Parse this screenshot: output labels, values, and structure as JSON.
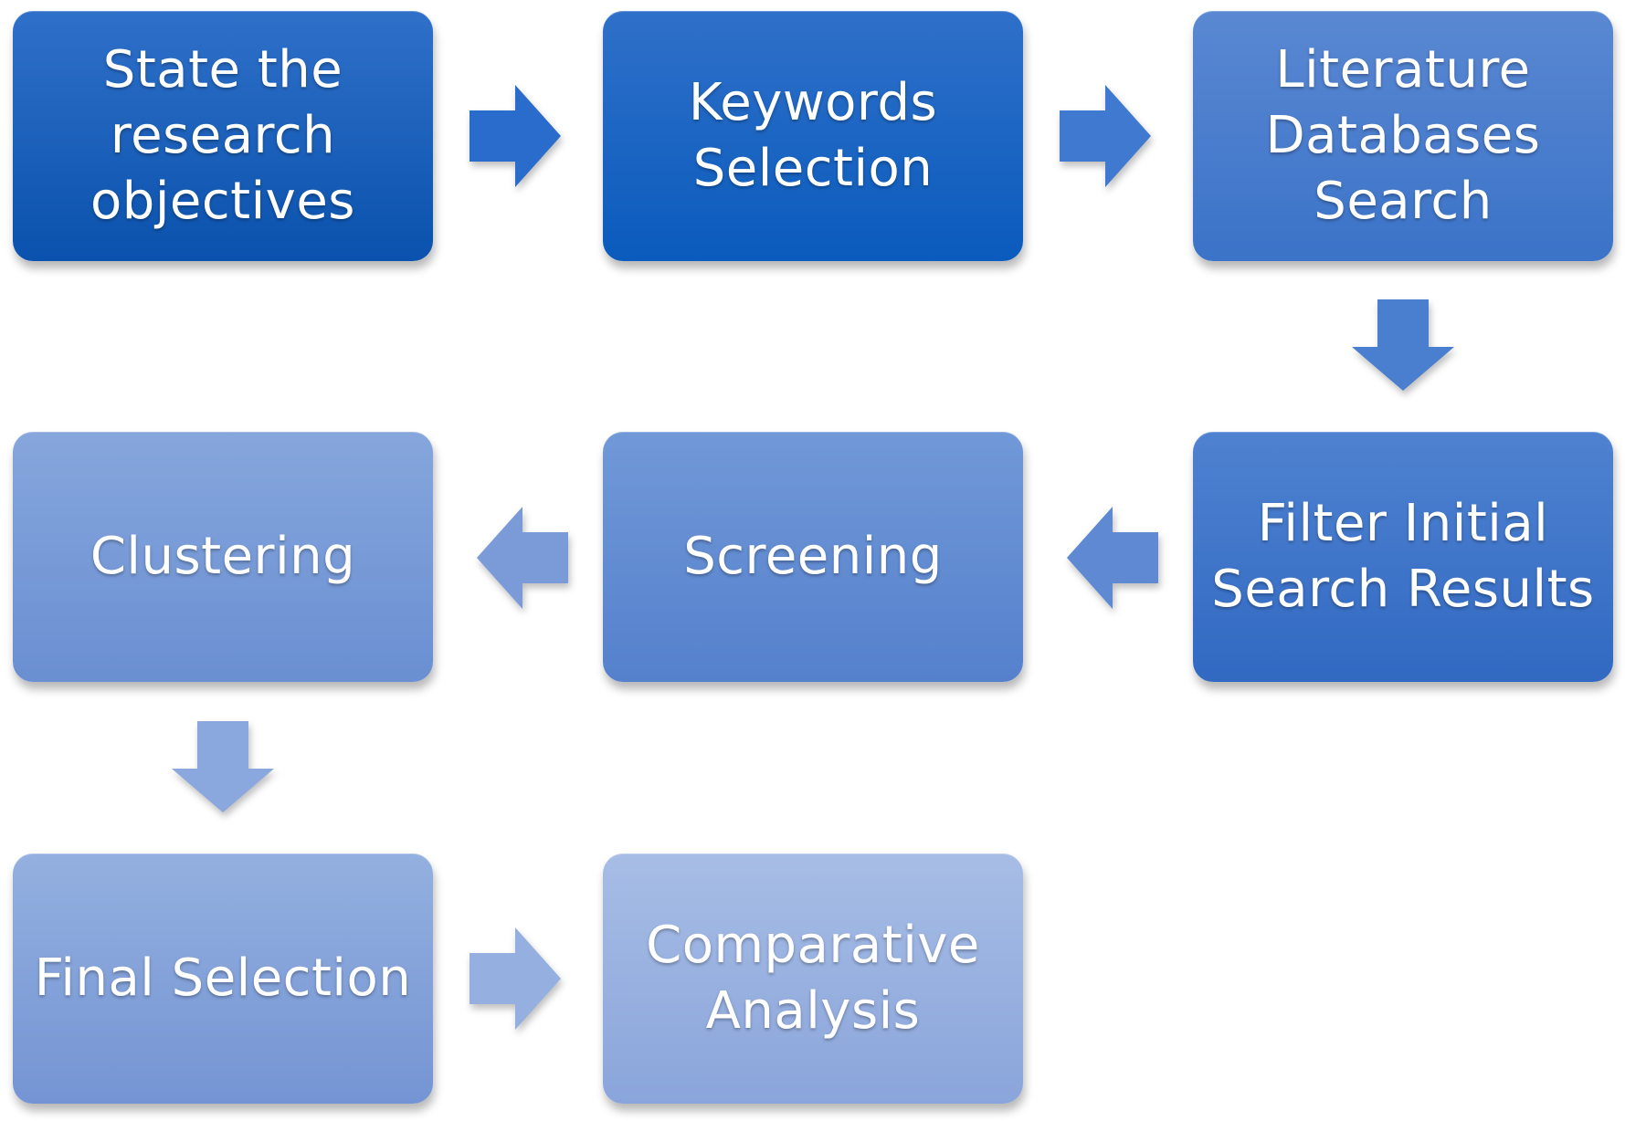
{
  "steps": [
    {
      "id": "s1",
      "label": "State the\nresearch\nobjectives",
      "color_top": "#2f70c9",
      "color_bottom": "#0a52ad"
    },
    {
      "id": "s2",
      "label": "Keywords\nSelection",
      "color_top": "#2f70c9",
      "color_bottom": "#0a5bbd"
    },
    {
      "id": "s3",
      "label": "Literature\nDatabases\nSearch",
      "color_top": "#5a88d2",
      "color_bottom": "#3b73c8"
    },
    {
      "id": "s4",
      "label": "Filter Initial\nSearch Results",
      "color_top": "#4f82d0",
      "color_bottom": "#3169c2"
    },
    {
      "id": "s5",
      "label": "Screening",
      "color_top": "#7199d8",
      "color_bottom": "#5580cc"
    },
    {
      "id": "s6",
      "label": "Clustering",
      "color_top": "#86a6dc",
      "color_bottom": "#6a8fd2"
    },
    {
      "id": "s7",
      "label": "Final Selection",
      "color_top": "#94b0e0",
      "color_bottom": "#7494d3"
    },
    {
      "id": "s8",
      "label": "Comparative\nAnalysis",
      "color_top": "#a7bde5",
      "color_bottom": "#8aa5db"
    }
  ],
  "arrows": [
    {
      "from": "s1",
      "to": "s2",
      "direction": "right",
      "color": "#2a6ccb"
    },
    {
      "from": "s2",
      "to": "s3",
      "direction": "right",
      "color": "#3f79d0"
    },
    {
      "from": "s3",
      "to": "s4",
      "direction": "down",
      "color": "#4a7fd0"
    },
    {
      "from": "s4",
      "to": "s5",
      "direction": "left",
      "color": "#5f8ad3"
    },
    {
      "from": "s5",
      "to": "s6",
      "direction": "left",
      "color": "#7b9bd8"
    },
    {
      "from": "s6",
      "to": "s7",
      "direction": "down",
      "color": "#8ba8de"
    },
    {
      "from": "s7",
      "to": "s8",
      "direction": "right",
      "color": "#94afe0"
    }
  ]
}
